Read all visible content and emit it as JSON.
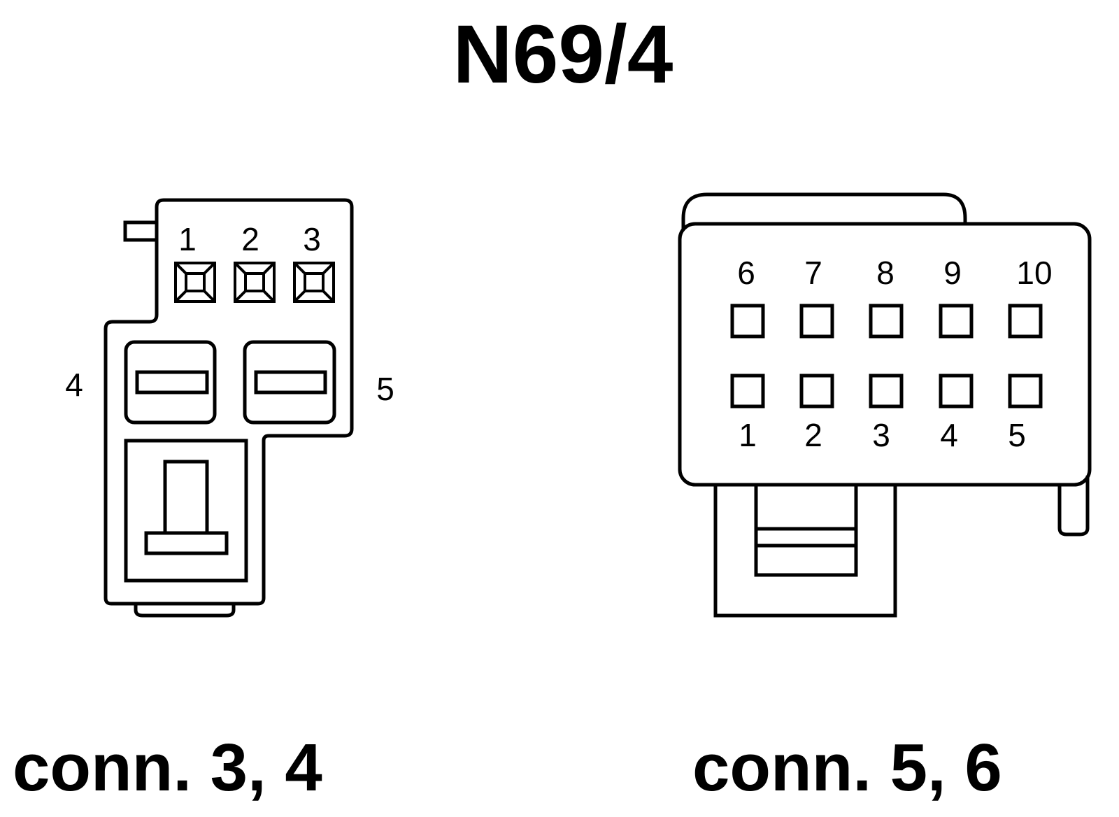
{
  "title": "N69/4",
  "left_connector": {
    "caption": "conn. 3, 4",
    "pins_top": [
      "1",
      "2",
      "3"
    ],
    "pin_left": "4",
    "pin_right": "5"
  },
  "right_connector": {
    "caption": "conn. 5, 6",
    "pins_top": [
      "6",
      "7",
      "8",
      "9",
      "10"
    ],
    "pins_bottom": [
      "1",
      "2",
      "3",
      "4",
      "5"
    ]
  }
}
